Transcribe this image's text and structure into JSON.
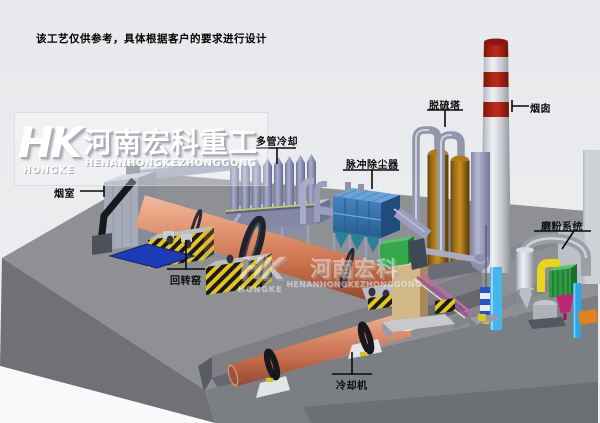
{
  "disclaimer": "该工艺仅供参考，具体根据客户的要求进行设计",
  "watermark": {
    "logo": "HK",
    "logo_sub": "HONGKE",
    "company_cn": "河南宏科重工",
    "company_cn_short": "河南宏科",
    "company_en": "HENANHONGKEZHONGGONG"
  },
  "equipment_labels": {
    "smoke_chamber": "烟室",
    "multi_tube_cooler": "多管冷却",
    "pulse_dust_collector": "脉冲除尘器",
    "desulfurization_tower": "脱硫塔",
    "chimney": "烟囱",
    "grinding_system": "磨粉系统",
    "rotary_kiln": "回转窑",
    "cooling_machine": "冷却机"
  },
  "colors": {
    "kiln": "#d07e5a",
    "dust_collector": "#3579b5",
    "desulfurization_tower": "#a06a18",
    "chimney_band": "#b02418",
    "platform": "#8e9093",
    "hazard_yellow": "#e3c51e",
    "grinding_green": "#2e9c44",
    "hopper_magenta": "#c12472",
    "pad_blue": "#1d3ab8"
  }
}
